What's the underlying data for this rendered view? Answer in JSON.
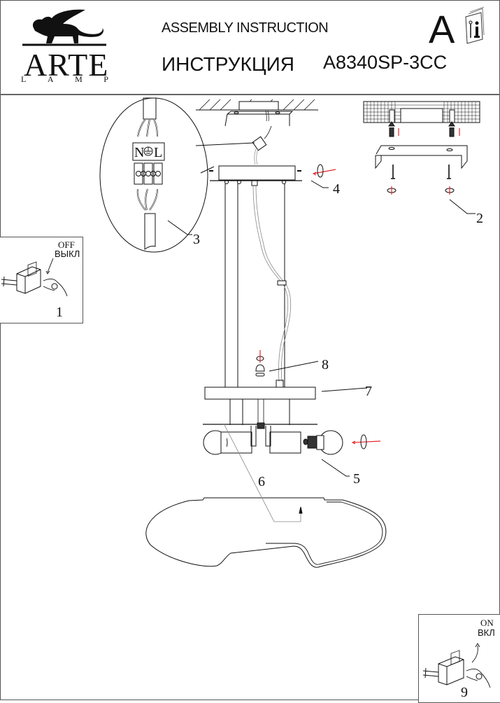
{
  "header": {
    "brand": "ARTE",
    "brand_sub": [
      "L",
      "A",
      "M",
      "P"
    ],
    "title_en": "ASSEMBLY INSTRUCTION",
    "title_ru": "ИНСТРУКЦИЯ",
    "model": "A8340SP-3CC",
    "section_letter": "A",
    "manual_icon": "manual-info-icon"
  },
  "steps": {
    "switch_off": {
      "number": "1",
      "label_en": "OFF",
      "label_ru": "ВЫКЛ"
    },
    "switch_on": {
      "number": "9",
      "label_en": "ON",
      "label_ru": "ВКЛ"
    }
  },
  "callouts": [
    "2",
    "3",
    "4",
    "5",
    "6",
    "7",
    "8"
  ],
  "wiring": {
    "terminal_labels": [
      "N",
      "L"
    ],
    "ground_symbol": "earth-ground-icon"
  },
  "colors": {
    "ink": "#111111",
    "accent_arrow": "#e8262a",
    "border": "#555555"
  }
}
